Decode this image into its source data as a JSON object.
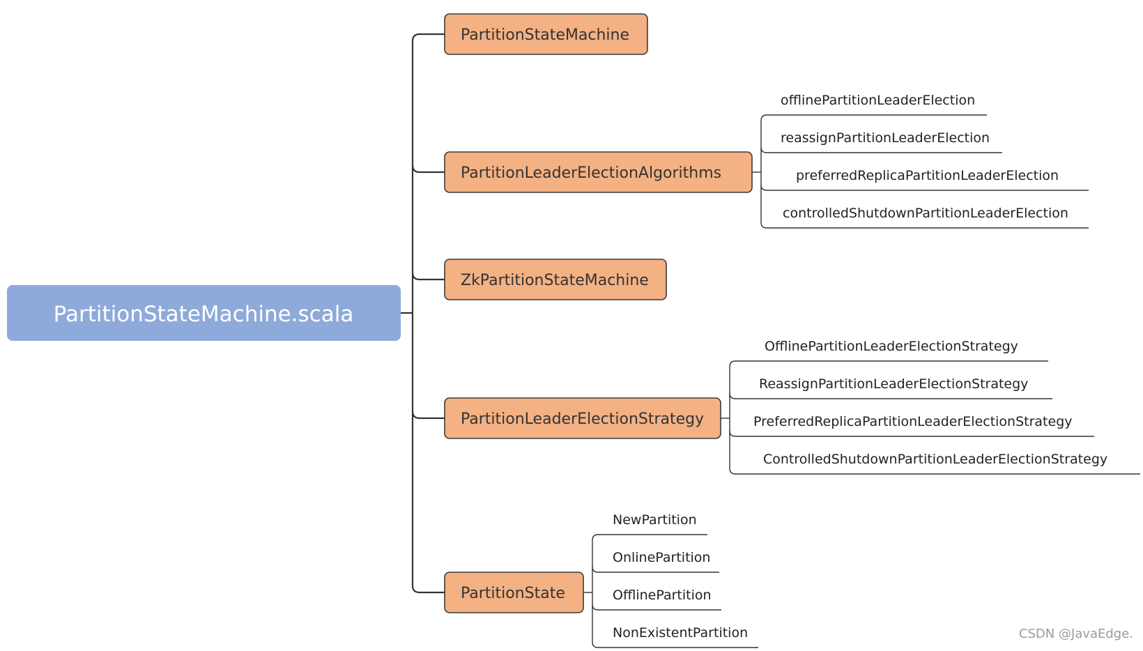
{
  "mindmap": {
    "root": {
      "label": "PartitionStateMachine.scala",
      "color": "#8eaadb",
      "text_color": "#ffffff"
    },
    "branch_style": {
      "fill": "#f4b183",
      "stroke": "#3a3a3a",
      "text_color": "#333333"
    },
    "branches": [
      {
        "label": "PartitionStateMachine",
        "children": []
      },
      {
        "label": "PartitionLeaderElectionAlgorithms",
        "children": [
          "offlinePartitionLeaderElection",
          "reassignPartitionLeaderElection",
          "preferredReplicaPartitionLeaderElection",
          "controlledShutdownPartitionLeaderElection"
        ]
      },
      {
        "label": "ZkPartitionStateMachine",
        "children": []
      },
      {
        "label": "PartitionLeaderElectionStrategy",
        "children": [
          "OfflinePartitionLeaderElectionStrategy",
          "ReassignPartitionLeaderElectionStrategy",
          "PreferredReplicaPartitionLeaderElectionStrategy",
          "ControlledShutdownPartitionLeaderElectionStrategy"
        ]
      },
      {
        "label": "PartitionState",
        "children": [
          "NewPartition",
          "OnlinePartition",
          "OfflinePartition",
          "NonExistentPartition"
        ]
      }
    ]
  },
  "watermark": "CSDN @JavaEdge."
}
